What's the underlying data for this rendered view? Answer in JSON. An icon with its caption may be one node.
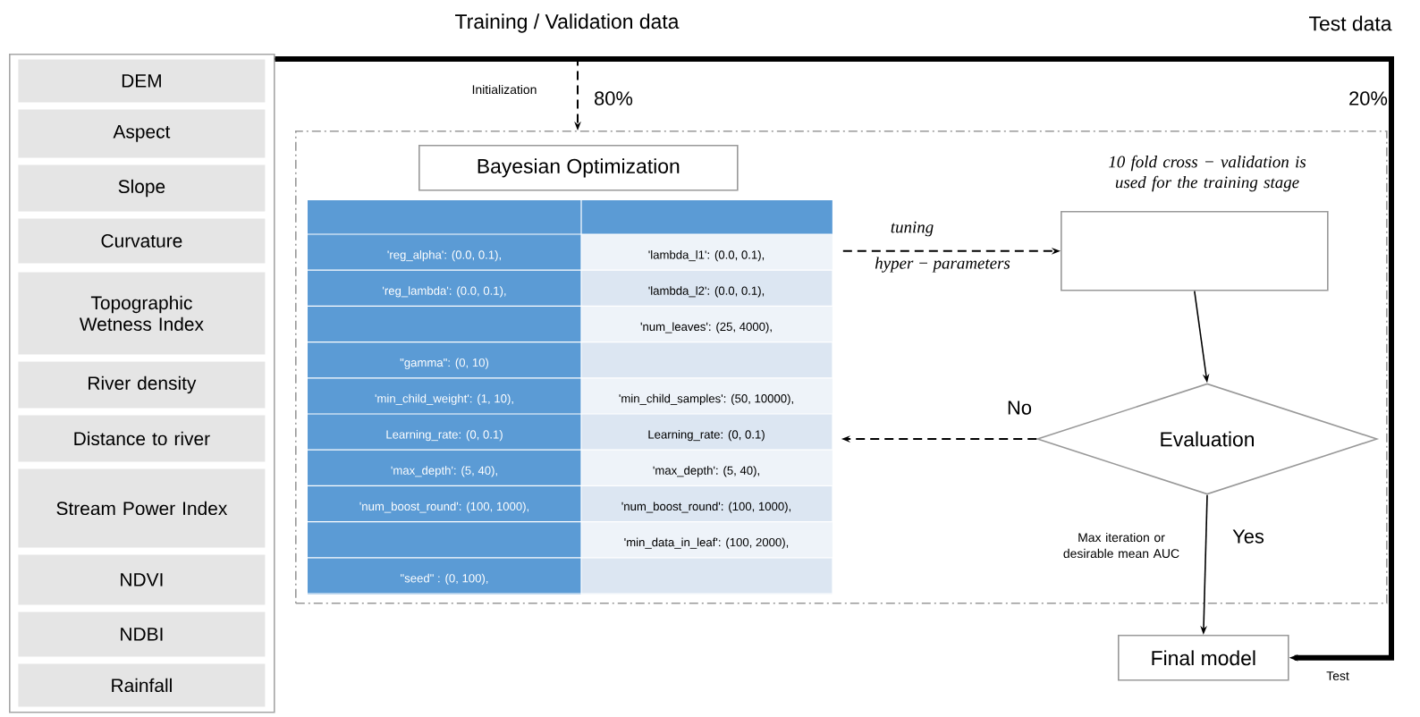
{
  "diagram": {
    "nodes": [
      {
        "text": [],
        "shape": "box"
      },
      {
        "text": [
          "DEM"
        ],
        "in": 0
      },
      {
        "text": [
          "Aspect"
        ],
        "in": 0
      },
      {
        "text": [
          "Slope"
        ],
        "in": 0
      },
      {
        "text": [
          "Curvature"
        ],
        "in": 0
      },
      {
        "text": [
          "Topographic Wetness Index"
        ],
        "in": 0
      },
      {
        "text": [
          "River density"
        ],
        "in": 0
      },
      {
        "text": [
          "Distance to river"
        ],
        "in": 0
      },
      {
        "text": [
          "Stream Power Index"
        ],
        "in": 0
      },
      {
        "text": [
          "NDVI"
        ],
        "in": 0
      },
      {
        "text": [
          "NDBI"
        ],
        "in": 0
      },
      {
        "text": [
          "Rainfall"
        ],
        "in": 0
      },
      {
        "text": [],
        "shape": "box"
      },
      {
        "text": [
          "Bayesian Optimization"
        ],
        "in": 12
      },
      {
        "text": [],
        "shape": "box",
        "in": 12
      },
      {
        "text": [],
        "shape": "box",
        "in": 12
      },
      {
        "text": [
          "Evaluation"
        ],
        "in": 12
      },
      {
        "text": [
          "Final model"
        ]
      }
    ],
    "edges": [
      {
        "from": 0,
        "to": 12,
        "arrow": "to",
        "style": "dashed",
        "label": "80%"
      },
      {
        "from": 0,
        "to": 17,
        "arrow": "to",
        "style": "thick",
        "label": "Test"
      },
      {
        "from": 14,
        "to": 15,
        "arrow": "to",
        "style": "dashed",
        "label": "tuning"
      },
      {
        "from": 15,
        "to": 16,
        "arrow": "to"
      },
      {
        "from": 16,
        "to": 14,
        "arrow": "to",
        "style": "dashed",
        "label": "No"
      },
      {
        "from": 16,
        "to": 17,
        "arrow": "to",
        "label": "Yes"
      }
    ],
    "labels": [
      "Training / Validation data",
      "Test data",
      "Initialization",
      "20%",
      "10 fold cross − validation is used for the training stage",
      "hyper − parameters",
      "'reg_alpha': (0.0, 0.1),",
      "'lambda_l1': (0.0, 0.1),",
      "'reg_lambda': (0.0, 0.1),",
      "'lambda_l2': (0.0, 0.1),",
      "'num_leaves': (25, 4000),",
      "\"gamma\": (0, 10)",
      "'min_child_weight': (1, 10),",
      "'min_child_samples': (50, 10000),",
      "Learning_rate: (0, 0.1)",
      "Learning_rate: (0, 0.1)",
      "'max_depth': (5, 40),",
      "'max_depth': (5, 40),",
      "'num_boost_round': (100, 1000),",
      "'num_boost_round': (100, 1000),",
      "'min_data_in_leaf': (100, 2000),",
      "\"seed\" : (0, 100),",
      "Max iteration or desirable mean AUC"
    ]
  }
}
